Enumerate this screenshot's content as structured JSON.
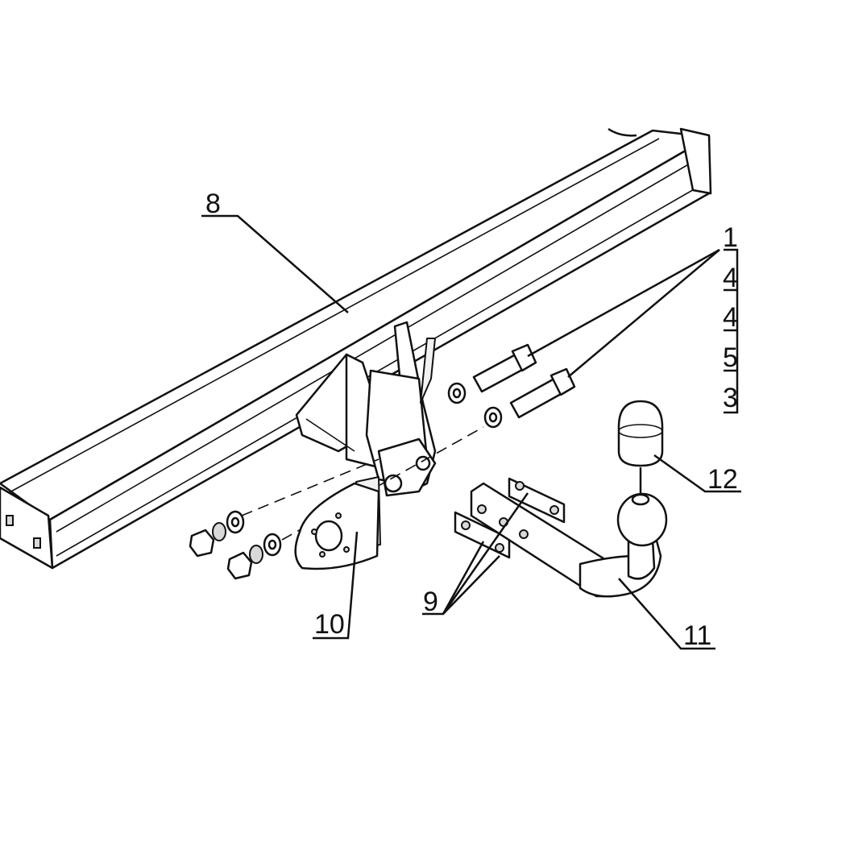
{
  "labels": {
    "beam": "8",
    "bolt_kit": "1",
    "kit_item_a": "4",
    "kit_item_b": "4",
    "kit_item_c": "5",
    "kit_item_d": "3",
    "ball": "12",
    "socket_plate": "10",
    "mounting_plates": "9",
    "tow_neck": "11"
  }
}
